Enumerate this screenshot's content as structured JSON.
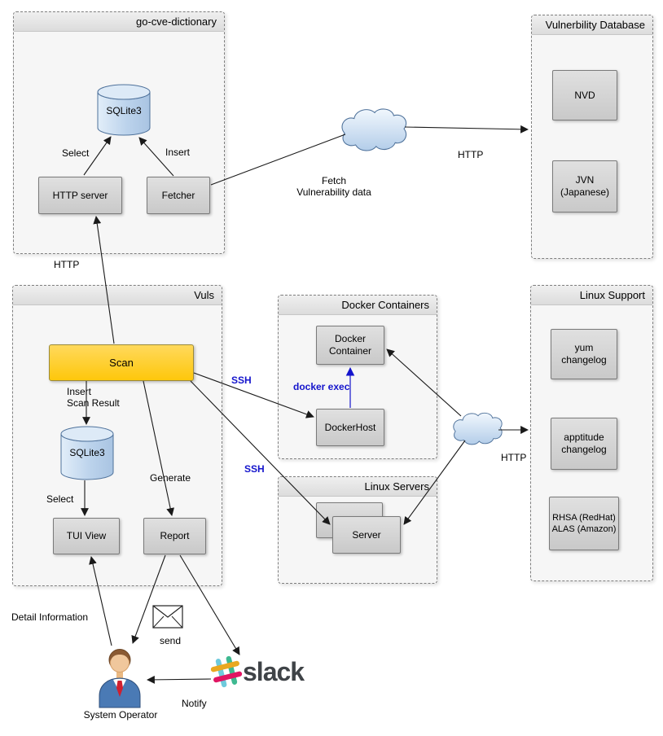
{
  "containers": {
    "go_cve_dictionary": {
      "title": "go-cve-dictionary"
    },
    "vulnerability_database": {
      "title": "Vulnerbility Database"
    },
    "vuls": {
      "title": "Vuls"
    },
    "docker_containers": {
      "title": "Docker Containers"
    },
    "linux_servers": {
      "title": "Linux Servers"
    },
    "linux_support": {
      "title": "Linux Support"
    }
  },
  "nodes": {
    "cve_sqlite3": {
      "label": "SQLite3"
    },
    "http_server": {
      "label": "HTTP server"
    },
    "fetcher": {
      "label": "Fetcher"
    },
    "nvd": {
      "label": "NVD"
    },
    "jvn": {
      "label": "JVN\n(Japanese)"
    },
    "scan": {
      "label": "Scan"
    },
    "vuls_sqlite3": {
      "label": "SQLite3"
    },
    "tui_view": {
      "label": "TUI View"
    },
    "report": {
      "label": "Report"
    },
    "docker_container": {
      "label": "Docker\nContainer"
    },
    "docker_host": {
      "label": "DockerHost"
    },
    "server": {
      "label": "Server"
    },
    "yum_changelog": {
      "label": "yum\nchangelog"
    },
    "apptitude_changelog": {
      "label": "apptitude\nchangelog"
    },
    "rhsa_alas": {
      "label": "RHSA (RedHat)\nALAS (Amazon)"
    }
  },
  "edge_labels": {
    "select_cve": "Select",
    "insert_cve": "Insert",
    "fetch": "Fetch\nVulnerability data",
    "http_top": "HTTP",
    "http_left": "HTTP",
    "insert_scan_result": "Insert\nScan Result",
    "select_vuls": "Select",
    "generate": "Generate",
    "ssh_docker": "SSH",
    "ssh_servers": "SSH",
    "docker_exec": "docker exec",
    "http_support": "HTTP",
    "detail_information": "Detail Information",
    "send": "send",
    "notify": "Notify"
  },
  "actors": {
    "system_operator": "System Operator",
    "slack": "slack"
  },
  "edges": [
    {
      "from": "HTTP server",
      "to": "SQLite3 (go-cve-dictionary)",
      "label": "Select"
    },
    {
      "from": "Fetcher",
      "to": "SQLite3 (go-cve-dictionary)",
      "label": "Insert"
    },
    {
      "from": "Fetcher",
      "to": "Vulnerbility Database",
      "label": "Fetch Vulnerability data / HTTP"
    },
    {
      "from": "Scan",
      "to": "HTTP server",
      "label": "HTTP"
    },
    {
      "from": "Scan",
      "to": "SQLite3 (Vuls)",
      "label": "Insert Scan Result"
    },
    {
      "from": "SQLite3 (Vuls)",
      "to": "TUI View",
      "label": "Select"
    },
    {
      "from": "Scan",
      "to": "Report",
      "label": "Generate"
    },
    {
      "from": "Scan",
      "to": "DockerHost",
      "label": "SSH"
    },
    {
      "from": "Scan",
      "to": "Server",
      "label": "SSH"
    },
    {
      "from": "DockerHost",
      "to": "Docker Container",
      "label": "docker exec"
    },
    {
      "from": "cloud",
      "to": "Docker Container",
      "label": ""
    },
    {
      "from": "cloud",
      "to": "Server",
      "label": ""
    },
    {
      "from": "cloud",
      "to": "Linux Support",
      "label": "HTTP"
    },
    {
      "from": "System Operator",
      "to": "TUI View",
      "label": "Detail Information"
    },
    {
      "from": "Report",
      "to": "System Operator",
      "label": "send"
    },
    {
      "from": "Report",
      "to": "slack",
      "label": ""
    },
    {
      "from": "slack",
      "to": "System Operator",
      "label": "Notify"
    }
  ],
  "colors": {
    "scan_fill": "#FFD21E",
    "node_fill": "#D6D6D6",
    "cylinder_fill": "#BFD5EC",
    "cloud_fill": "#C9DCF0",
    "blue_label": "#1414CC",
    "slack_blue": "#6ECADC",
    "slack_yellow": "#E9A820",
    "slack_green": "#3EB991",
    "slack_pink": "#E01563"
  }
}
